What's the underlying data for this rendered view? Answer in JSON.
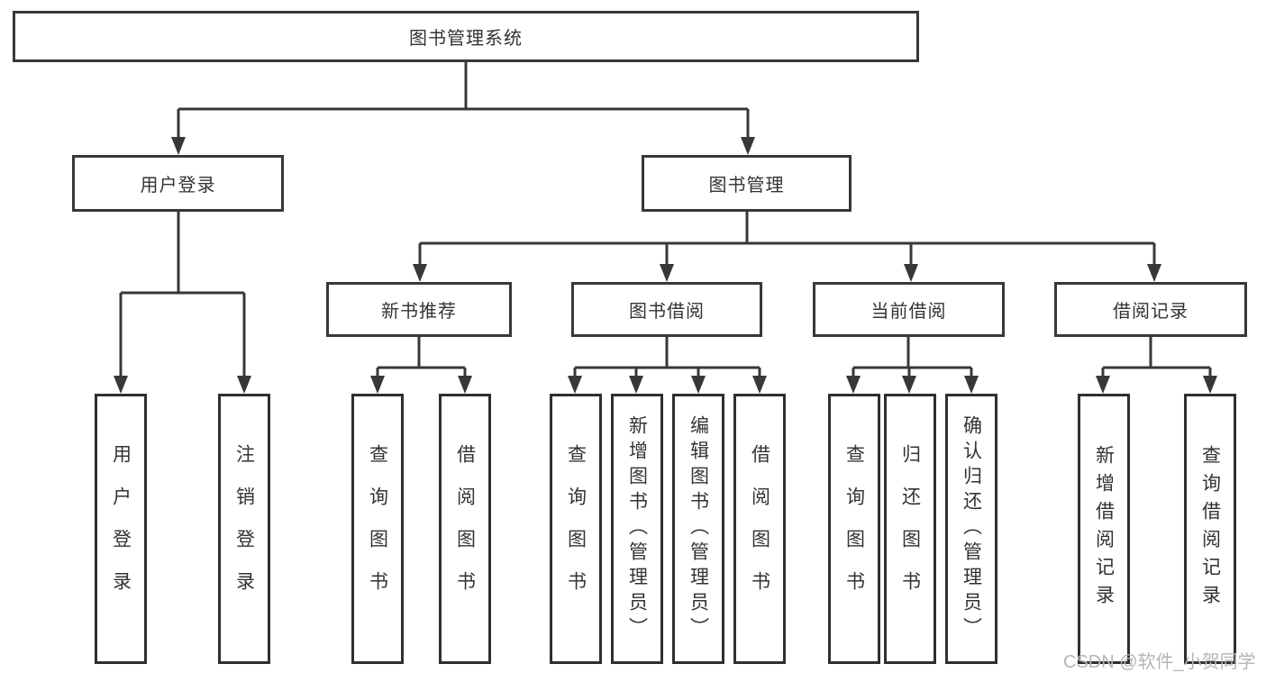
{
  "tree": {
    "label": "图书管理系统",
    "children": [
      {
        "label": "用户登录",
        "children": [
          "用户登录",
          "注销登录"
        ]
      },
      {
        "label": "图书管理",
        "children": [
          {
            "label": "新书推荐",
            "children": [
              "查询图书",
              "借阅图书"
            ]
          },
          {
            "label": "图书借阅",
            "children": [
              "查询图书",
              "新增图书（管理员）",
              "编辑图书（管理员）",
              "借阅图书"
            ]
          },
          {
            "label": "当前借阅",
            "children": [
              "查询图书",
              "归还图书",
              "确认归还（管理员）"
            ]
          },
          {
            "label": "借阅记录",
            "children": [
              "新增借阅记录",
              "查询借阅记录"
            ]
          }
        ]
      }
    ]
  },
  "watermark": "CSDN @软件_小贺同学",
  "colors": {
    "line": "#383838",
    "text": "#333333",
    "box_fill": "#ffffff",
    "watermark": "#b5b5b5"
  }
}
